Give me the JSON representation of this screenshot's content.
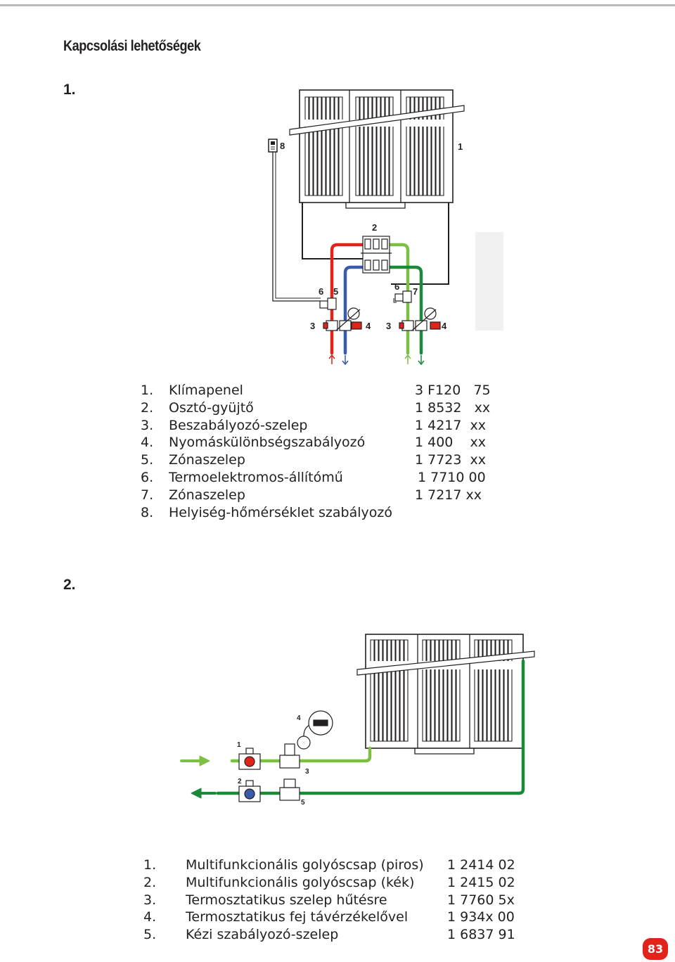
{
  "title": "Kapcsolási lehetőségek",
  "section1": {
    "number": "1.",
    "diagram_labels": {
      "l1": "1",
      "l2": "2",
      "l3a": "3",
      "l3b": "3",
      "l4a": "4",
      "l4b": "4",
      "l5": "5",
      "l6a": "6",
      "l6b": "6",
      "l7": "7",
      "l8": "8"
    },
    "legend": [
      {
        "num": "1.",
        "name": "Klímapenel",
        "code": "3 F120   75"
      },
      {
        "num": "2.",
        "name": "Osztó-gyüjtő",
        "code": "1 8532   xx"
      },
      {
        "num": "3.",
        "name": "Beszabályozó-szelep",
        "code": "1 4217  xx"
      },
      {
        "num": "4.",
        "name": "Nyomáskülönbségszabályozó",
        "code": "1 400    xx"
      },
      {
        "num": "5.",
        "name": "Zónaszelep",
        "code": "1 7723  xx"
      },
      {
        "num": "6.",
        "name": "Termoelektromos-állítómű",
        "code": "1 7710 00"
      },
      {
        "num": "7.",
        "name": "Zónaszelep",
        "code": "1 7217 xx"
      },
      {
        "num": "8.",
        "name": "Helyiség-hőmérséklet szabályozó",
        "code": ""
      }
    ]
  },
  "section2": {
    "number": "2.",
    "diagram_labels": {
      "l1": "1",
      "l2": "2",
      "l3": "3",
      "l4": "4",
      "l5": "5"
    },
    "legend": [
      {
        "num": "1.",
        "name": "Multifunkcionális golyóscsap (piros)",
        "code": "1 2414 02"
      },
      {
        "num": "2.",
        "name": "Multifunkcionális golyóscsap (kék)",
        "code": "1 2415 02"
      },
      {
        "num": "3.",
        "name": "Termosztatikus szelep hűtésre",
        "code": "1 7760 5x"
      },
      {
        "num": "4.",
        "name": "Termosztatikus fej távérzékelővel",
        "code": "1 934x 00"
      },
      {
        "num": "5.",
        "name": "Kézi szabályozó-szelep",
        "code": "1 6837 91"
      }
    ]
  },
  "page_number": "83",
  "colors": {
    "red": "#e2231a",
    "blue": "#3a5ba9",
    "light_green": "#7bc043",
    "dark_green": "#1a8a3a",
    "panel": "#231f20"
  }
}
